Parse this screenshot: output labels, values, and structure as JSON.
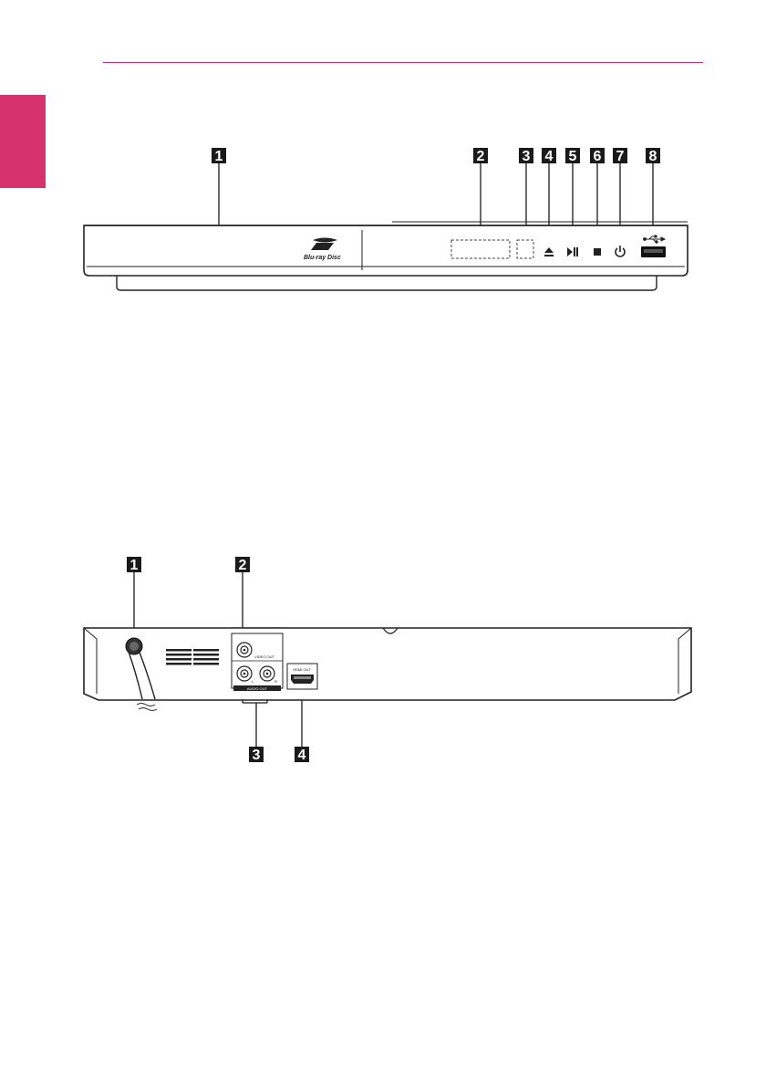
{
  "colors": {
    "accent": "#d6336c",
    "rule": "#c62a6a",
    "callout_bg": "#1a1a1a",
    "callout_text": "#ffffff"
  },
  "front_panel": {
    "callouts": [
      "1",
      "2",
      "3",
      "4",
      "5",
      "6",
      "7",
      "8"
    ],
    "logo": "Blu-ray Disc",
    "button_icons": [
      "eject-icon",
      "play-pause-icon",
      "stop-icon",
      "power-icon"
    ],
    "port_icon": "usb-icon"
  },
  "rear_panel": {
    "callouts": [
      "1",
      "2",
      "3",
      "4"
    ],
    "jack_labels": {
      "video_out": "VIDEO OUT",
      "audio_out": "AUDIO OUT",
      "left": "L",
      "right": "R",
      "hdmi_out": "HDMI OUT"
    }
  }
}
